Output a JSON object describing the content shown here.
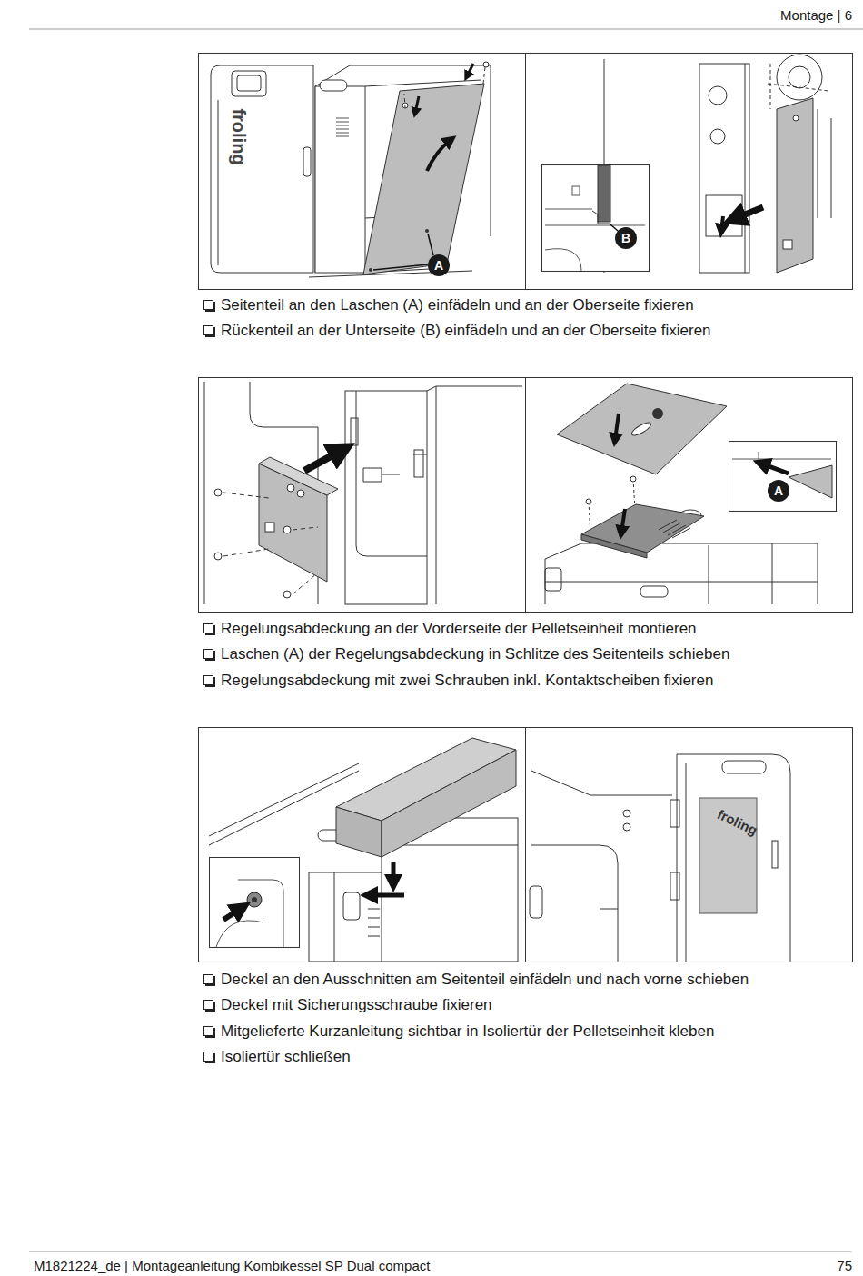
{
  "diagram": {
    "nodes": [
      {
        "text": [
          "A"
        ]
      },
      {
        "text": [
          "B"
        ]
      },
      {
        "text": [
          "A"
        ]
      }
    ],
    "labels": [
      "Montage | 6",
      "froling",
      "Seitenteil an den Laschen (A) einfädeln und an der Oberseite fixieren",
      "Rückenteil an der Unterseite (B) einfädeln und an der Oberseite fixieren",
      "Regelungsabdeckung an der Vorderseite der Pelletseinheit montieren",
      "Laschen (A) der Regelungsabdeckung in Schlitze des Seitenteils schieben",
      "Regelungsabdeckung mit zwei Schrauben inkl. Kontaktscheiben fixieren",
      "froling",
      "Deckel an den Ausschnitten am Seitenteil einfädeln und nach vorne schieben",
      "Deckel mit Sicherungsschraube fixieren",
      "Mitgelieferte Kurzanleitung sichtbar in Isoliertür der Pelletseinheit kleben",
      "Isoliertür schließen",
      "M1821224_de | Montageanleitung Kombikessel SP Dual compact",
      "75"
    ]
  }
}
